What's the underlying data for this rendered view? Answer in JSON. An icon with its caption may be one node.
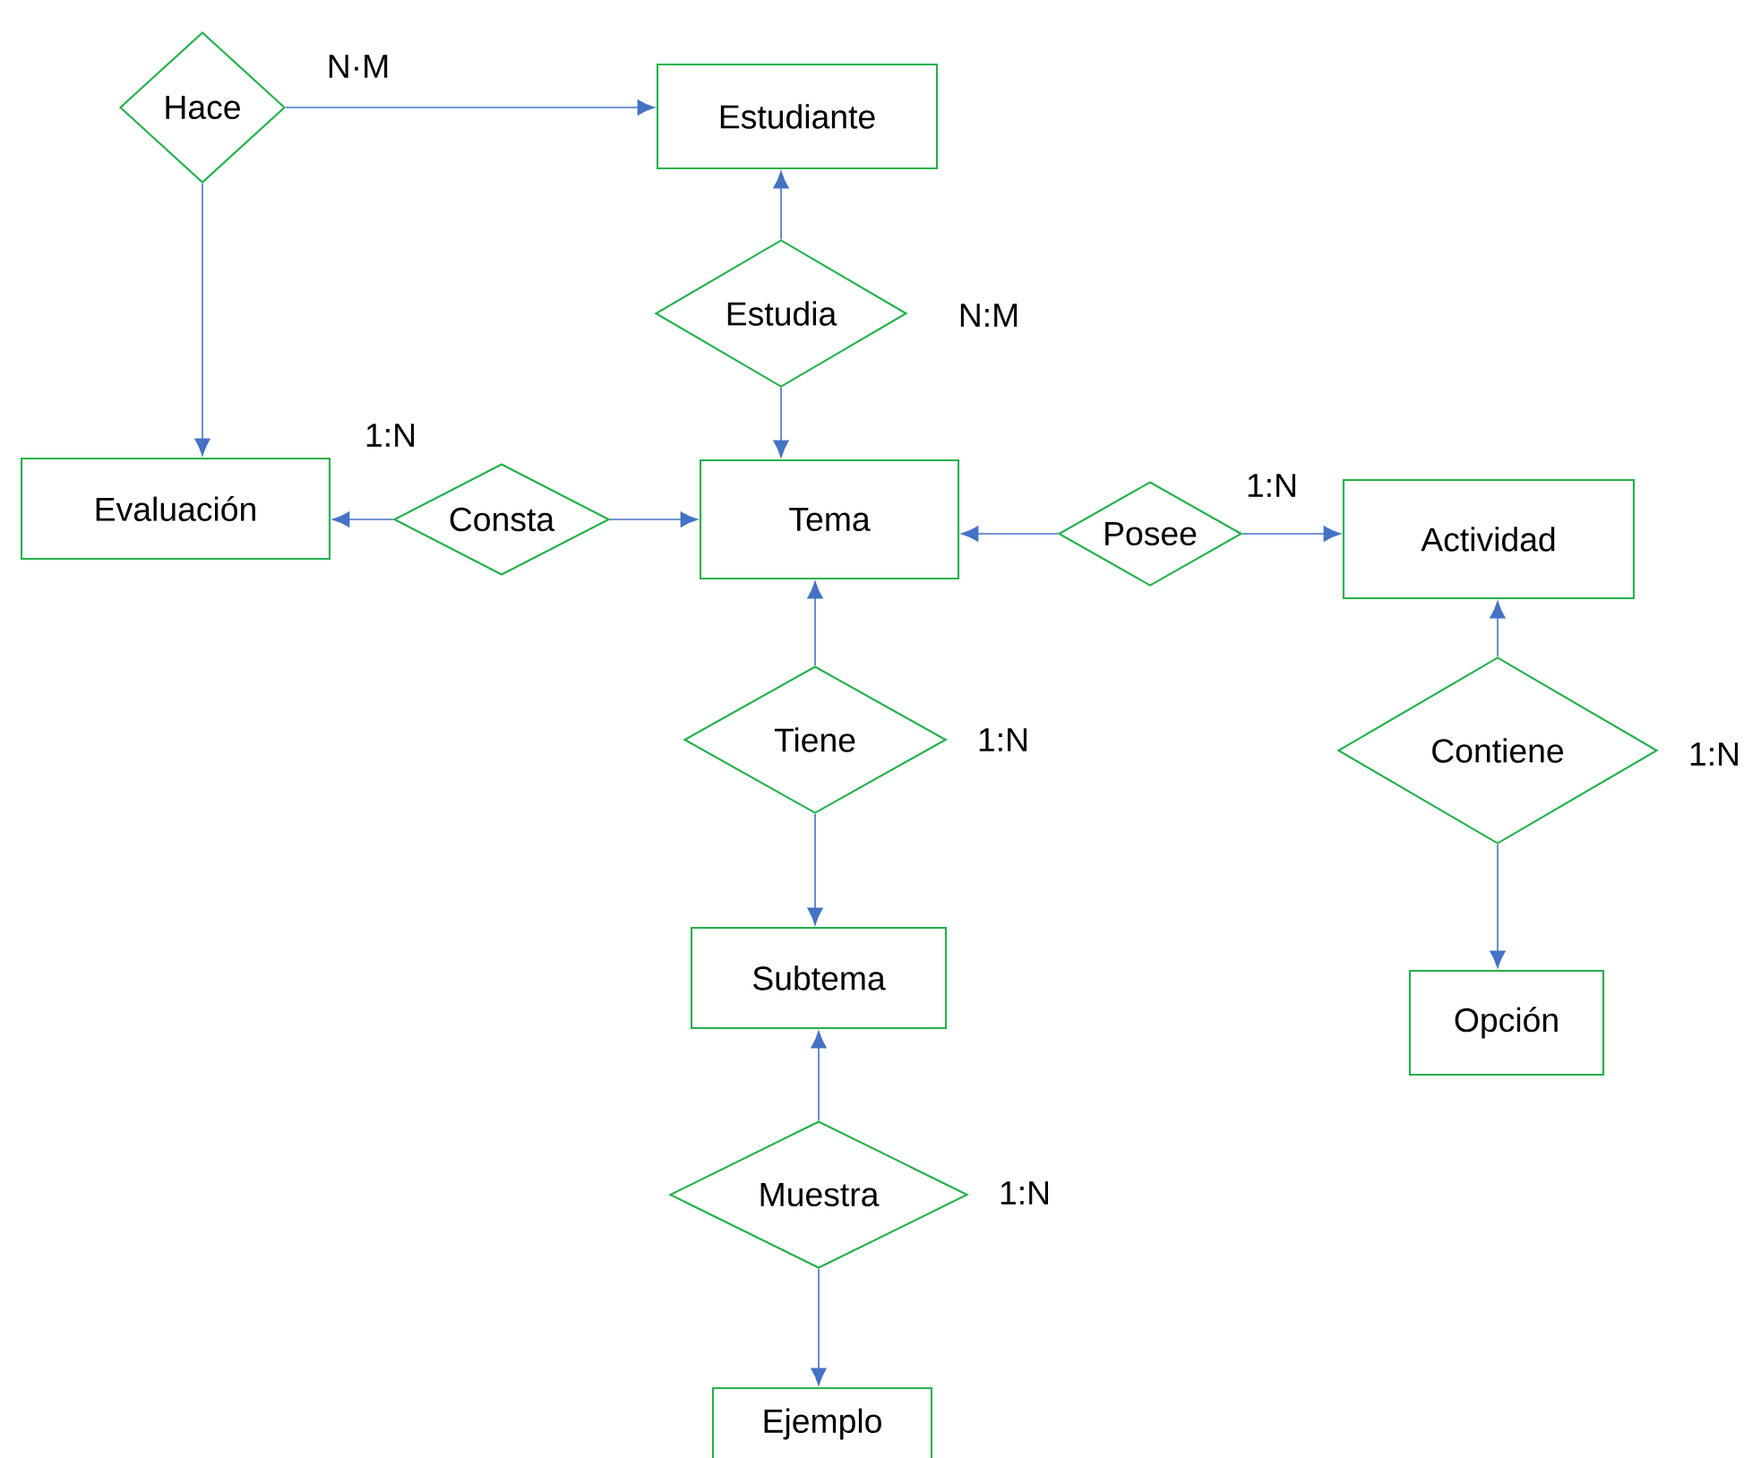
{
  "diagram": {
    "nodes": [
      {
        "text": [
          "Hace"
        ],
        "beside": [
          "N·M"
        ]
      },
      {
        "text": [
          "Estudiante"
        ]
      },
      {
        "text": [
          "Estudia"
        ],
        "beside": [
          "N:M"
        ]
      },
      {
        "text": [
          "Evaluación"
        ]
      },
      {
        "text": [
          "Consta"
        ],
        "beside": [
          "1:N"
        ]
      },
      {
        "text": [
          "Tema"
        ]
      },
      {
        "text": [
          "Posee"
        ],
        "beside": [
          "1:N"
        ]
      },
      {
        "text": [
          "Actividad"
        ]
      },
      {
        "text": [
          "Tiene"
        ],
        "beside": [
          "1:N"
        ]
      },
      {
        "text": [
          "Contiene"
        ],
        "beside": [
          "1:N"
        ]
      },
      {
        "text": [
          "Subtema"
        ]
      },
      {
        "text": [
          "Opción"
        ]
      },
      {
        "text": [
          "Muestra"
        ],
        "beside": [
          "1:N"
        ]
      },
      {
        "text": [
          "Ejemplo"
        ]
      }
    ],
    "edges": [
      {
        "from": 0,
        "to": 1,
        "arrow": "to"
      },
      {
        "from": 0,
        "to": 3,
        "arrow": "to"
      },
      {
        "from": 2,
        "to": 1,
        "arrow": "to"
      },
      {
        "from": 2,
        "to": 5,
        "arrow": "to"
      },
      {
        "from": 4,
        "to": 3,
        "arrow": "to"
      },
      {
        "from": 4,
        "to": 5,
        "arrow": "to"
      },
      {
        "from": 6,
        "to": 5,
        "arrow": "to"
      },
      {
        "from": 6,
        "to": 7,
        "arrow": "to"
      },
      {
        "from": 8,
        "to": 5,
        "arrow": "to"
      },
      {
        "from": 8,
        "to": 10,
        "arrow": "to"
      },
      {
        "from": 9,
        "to": 7,
        "arrow": "to"
      },
      {
        "from": 9,
        "to": 11,
        "arrow": "to"
      },
      {
        "from": 12,
        "to": 10,
        "arrow": "to"
      },
      {
        "from": 12,
        "to": 13,
        "arrow": "to"
      }
    ]
  }
}
